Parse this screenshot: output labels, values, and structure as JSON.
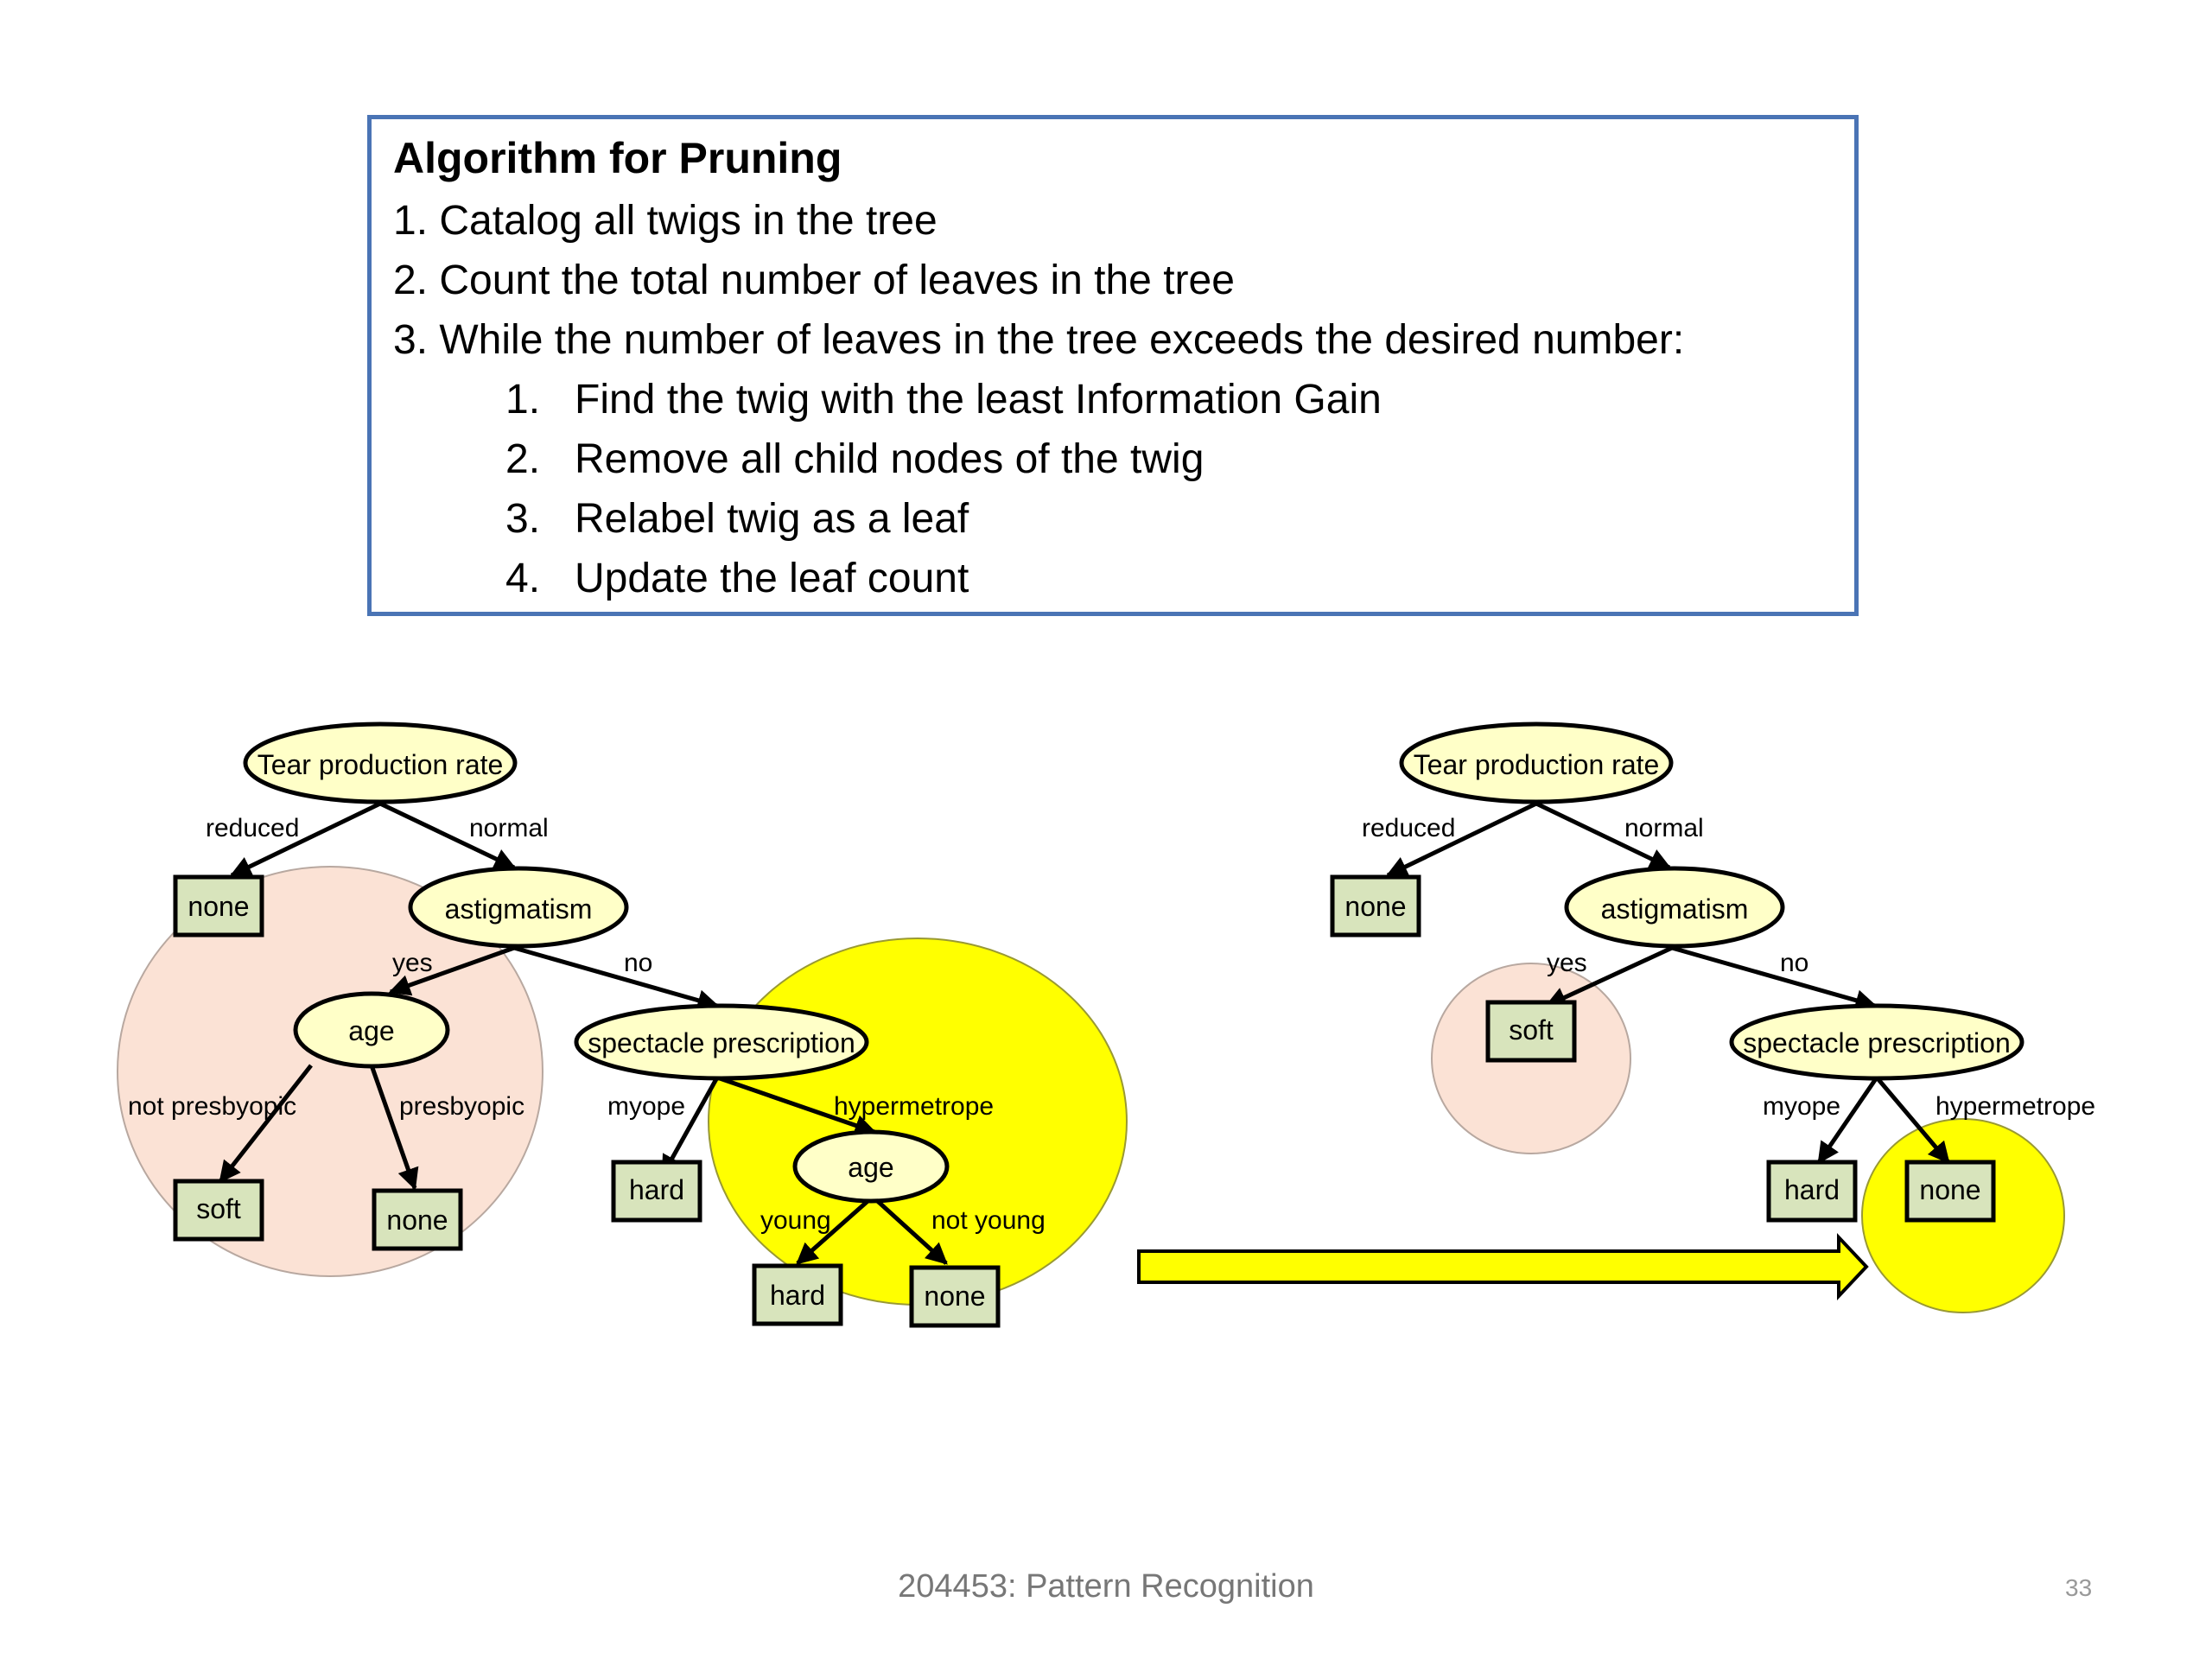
{
  "algorithm": {
    "title": "Algorithm for Pruning",
    "steps": [
      "1. Catalog all twigs in the tree",
      "2. Count the total number of leaves in the tree",
      "3. While the number of leaves in the tree exceeds the desired number:"
    ],
    "substeps": [
      {
        "num": "1.",
        "text": "Find the twig with the least Information Gain"
      },
      {
        "num": "2.",
        "text": "Remove all child nodes of the twig"
      },
      {
        "num": "3.",
        "text": "Relabel twig as a leaf"
      },
      {
        "num": "4.",
        "text": "Update the leaf count"
      }
    ]
  },
  "left_tree": {
    "root": "Tear production rate",
    "edge_reduced": "reduced",
    "edge_normal": "normal",
    "leaf_none_1": "none",
    "astigmatism": "astigmatism",
    "edge_yes": "yes",
    "edge_no": "no",
    "age": "age",
    "edge_not_presbyopic": "not presbyopic",
    "edge_presbyopic": "presbyopic",
    "leaf_soft": "soft",
    "leaf_none_2": "none",
    "spectacle": "spectacle prescription",
    "edge_myope": "myope",
    "edge_hypermetrope": "hypermetrope",
    "leaf_hard_1": "hard",
    "age2": "age",
    "edge_young": "young",
    "edge_not_young": "not young",
    "leaf_hard_2": "hard",
    "leaf_none_3": "none"
  },
  "right_tree": {
    "root": "Tear production rate",
    "edge_reduced": "reduced",
    "edge_normal": "normal",
    "leaf_none_1": "none",
    "astigmatism": "astigmatism",
    "edge_yes": "yes",
    "edge_no": "no",
    "leaf_soft": "soft",
    "spectacle": "spectacle prescription",
    "edge_myope": "myope",
    "edge_hypermetrope": "hypermetrope",
    "leaf_hard": "hard",
    "leaf_none_2": "none"
  },
  "colors": {
    "box_border": "#4a74b5",
    "oval_fill": "#ffffc8",
    "leaf_fill": "#d8e4bc",
    "peach_circle": "#fbe2d5",
    "yellow_circle": "#ffff00"
  },
  "footer": "204453: Pattern Recognition",
  "page_number": "33"
}
